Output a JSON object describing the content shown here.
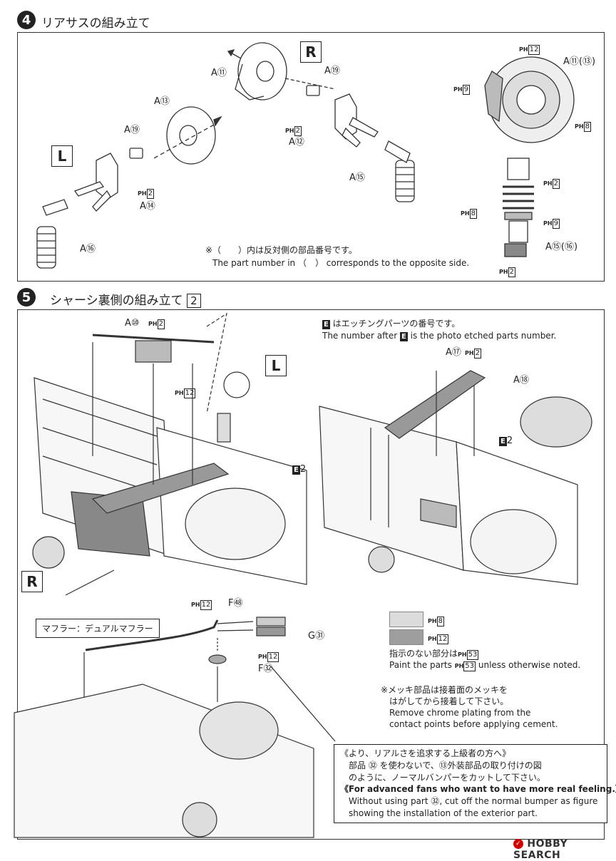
{
  "step4": {
    "number": "4",
    "title": "リアサスの組み立て",
    "right_label": "R",
    "left_label": "L",
    "parts": {
      "a11": "A⑪",
      "a19_r": "A⑲",
      "a13": "A⑬",
      "a19_l": "A⑲",
      "ph2_r": "2",
      "a12": "A⑫",
      "a15": "A⑮",
      "ph2_l": "2",
      "a14": "A⑭",
      "a16": "A⑯",
      "rotor_ph12": "12",
      "rotor_a11_13": "A⑪(⑬)",
      "rotor_ph9": "9",
      "rotor_ph8": "8",
      "shock_ph2_top": "2",
      "shock_ph8": "8",
      "shock_ph9": "9",
      "shock_a15_16": "A⑮(⑯)",
      "shock_ph2_bottom": "2"
    },
    "note_jp": "※（　　）内は反対側の部品番号です。",
    "note_en": "The part number in （　） corresponds to the opposite side."
  },
  "ph_prefix": "P",
  "ph_sub": "H",
  "step5": {
    "number": "5",
    "title": "シャーシ裏側の組み立て",
    "title_suffix": "2",
    "left_label": "L",
    "right_label": "R",
    "top_left_a10": "A⑩",
    "top_left_ph2": "2",
    "top_left_ph12": "12",
    "etch_note_jp": "はエッチングパーツの番号です。",
    "etch_note_en_pre": "The number after",
    "etch_note_en_post": "is the photo etched parts  number.",
    "etch_letter": "E",
    "a17": "A⑰",
    "a17_ph2": "2",
    "a18": "A⑱",
    "e2_right": "2",
    "e2_left": "2",
    "muffler_label": "マフラー：デュアルマフラー",
    "muffler_ph12": "12",
    "f58": "F㊽",
    "g61": "G㉛",
    "f52_ph12": "12",
    "f52": "F㉜",
    "swatch_ph8": "8",
    "swatch_ph12": "12",
    "paint_jp": "指示のない部分は",
    "paint_jp_num": "53",
    "paint_en_pre": "Paint the parts",
    "paint_en_num": "53",
    "paint_en_post": "unless otherwise noted.",
    "chrome_jp1": "※メッキ部品は接着面のメッキを",
    "chrome_jp2": "はがしてから接着して下さい。",
    "chrome_en1": "Remove chrome plating from the",
    "chrome_en2": "contact points before applying cement.",
    "adv_jp_title": "《より、リアルさを追求する上級者の方へ》",
    "adv_jp1": "部品 ㉜ を使わないで、⑬外装部品の取り付けの図",
    "adv_jp2": "のように、ノーマルバンパーをカットして下さい。",
    "adv_en_title": "《For advanced fans who want to have more real feeling.》",
    "adv_en1": "Without using part ㉜, cut off the normal bumper as figure",
    "adv_en2": "showing the installation of the exterior part."
  },
  "watermark": "HOBBY SEARCH",
  "colors": {
    "swatch_light": "#dcdcdc",
    "swatch_dark": "#9e9e9e"
  }
}
